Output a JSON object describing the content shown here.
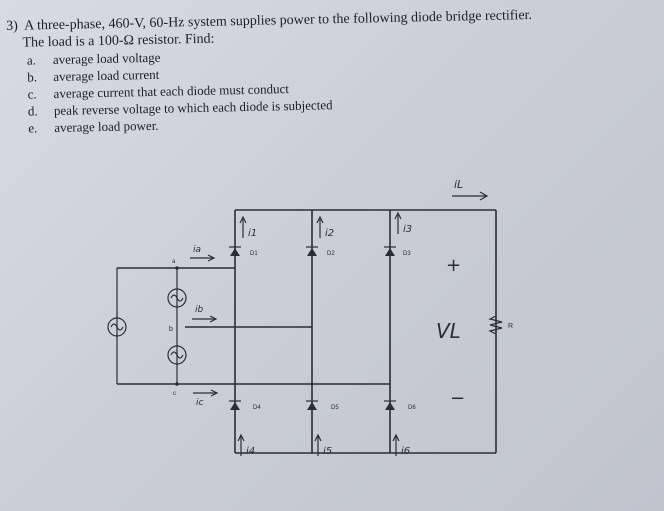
{
  "problem": {
    "number": "3)",
    "line1": "A three-phase, 460-V, 60-Hz system supplies power to the following diode bridge rectifier.",
    "line2": "The load is a 100-Ω resistor. Find:",
    "items": [
      {
        "letter": "a.",
        "text": "average load voltage"
      },
      {
        "letter": "b.",
        "text": "average load current"
      },
      {
        "letter": "c.",
        "text": "average current that each diode must conduct"
      },
      {
        "letter": "d.",
        "text": "peak reverse voltage to which each diode is subjected"
      },
      {
        "letter": "e.",
        "text": "average load power."
      }
    ]
  },
  "circuit": {
    "load_current_label": "iL",
    "diodes": [
      "D1",
      "D2",
      "D3",
      "D4",
      "D5",
      "D6"
    ],
    "diode_currents_top": [
      "i1",
      "i2",
      "i3"
    ],
    "diode_currents_bottom": [
      "i4",
      "i5",
      "i6"
    ],
    "phase_currents": [
      "ia",
      "ib",
      "ic"
    ],
    "phase_nodes": [
      "a",
      "b",
      "c"
    ],
    "load_voltage_label": "VL",
    "plus_sign": "+",
    "minus_sign": "−",
    "resistor_label": "R"
  }
}
